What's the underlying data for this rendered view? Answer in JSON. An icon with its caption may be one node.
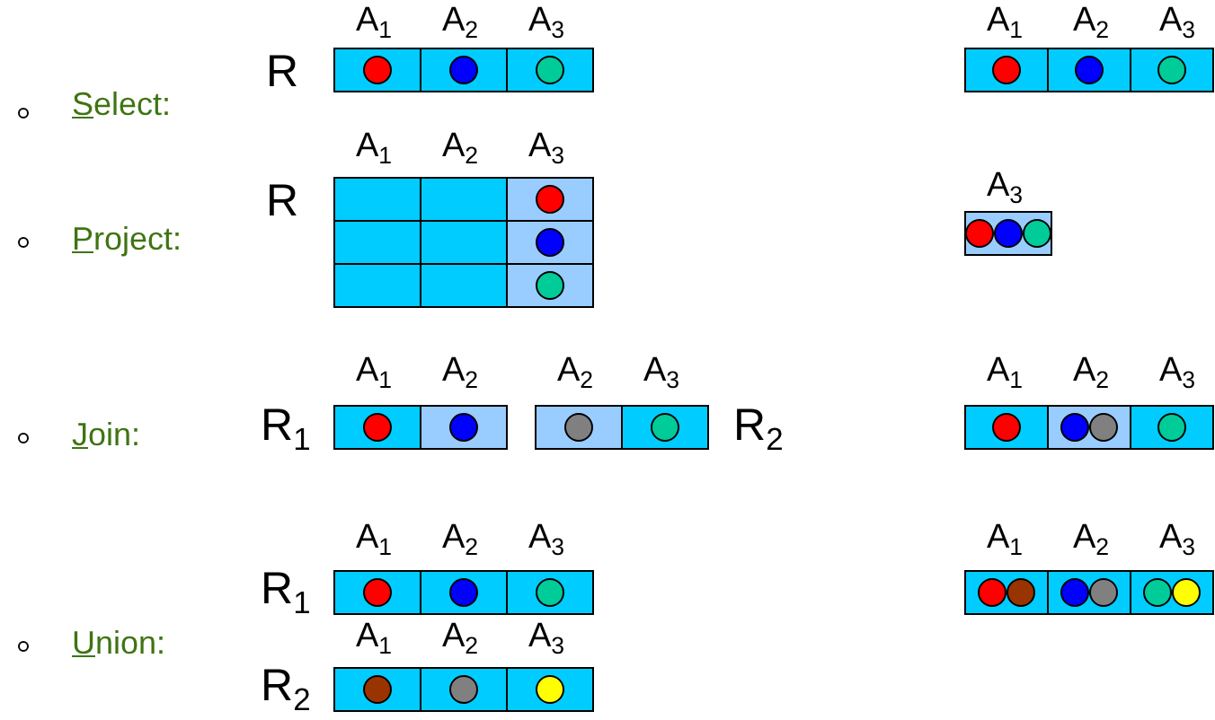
{
  "diagram": {
    "labels": [
      "A$_{1}$",
      "A$_{2}$",
      "A$_{3}$",
      "A$_{1}$",
      "A$_{2}$",
      "A$_{3}$",
      "R",
      "Select:",
      "A$_{1}$",
      "A$_{2}$",
      "A$_{3}$",
      "R",
      "Project:",
      "A$_{3}$",
      "A$_{1}$",
      "A$_{2}$",
      "A$_{2}$",
      "A$_{3}$",
      "A$_{1}$",
      "A$_{2}$",
      "A$_{3}$",
      "R$_{1}$",
      "R$_{2}$",
      "Join:",
      "A$_{1}$",
      "A$_{2}$",
      "A$_{3}$",
      "A$_{1}$",
      "A$_{2}$",
      "A$_{3}$",
      "R$_{1}$",
      "Union:",
      "A$_{1}$",
      "A$_{2}$",
      "A$_{3}$",
      "R$_{2}$"
    ]
  }
}
